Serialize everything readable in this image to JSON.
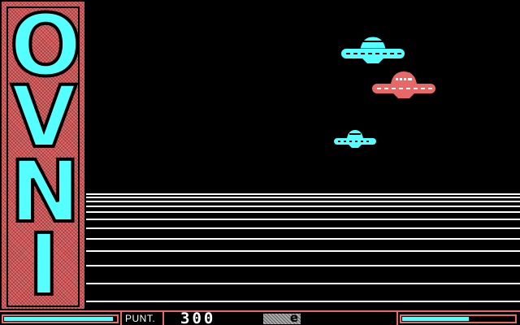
{
  "banner": {
    "letters": [
      "O",
      "V",
      "N",
      "I"
    ]
  },
  "status": {
    "score_label": "PUNT.",
    "score": "300",
    "lives_glyph": "e",
    "left_meter_level": 0.97,
    "right_meter_level": 0.6
  },
  "colors": {
    "cyan": "#55ffff",
    "red": "#e86868",
    "white": "#ffffff",
    "background": "#000000"
  },
  "ufos": [
    {
      "name": "ufo-cyan-large",
      "color": "cyan"
    },
    {
      "name": "ufo-red",
      "color": "red"
    },
    {
      "name": "ufo-cyan-small",
      "color": "cyan"
    }
  ]
}
